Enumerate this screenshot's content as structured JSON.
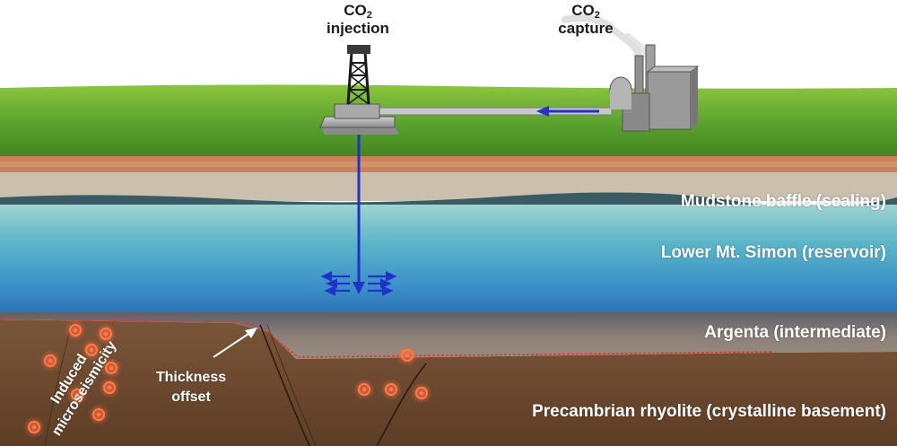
{
  "top_labels": {
    "injection": {
      "line1": "CO",
      "sub": "2",
      "line2": "injection"
    },
    "capture": {
      "line1": "CO",
      "sub": "2",
      "line2": "capture"
    }
  },
  "layers": {
    "mudstone": "Mudstone baffle (sealing)",
    "reservoir": "Lower Mt. Simon (reservoir)",
    "argenta": "Argenta (intermediate)",
    "basement": "Precambrian rhyolite (crystalline basement)"
  },
  "annotations": {
    "thickness_line1": "Thickness",
    "thickness_line2": "offset",
    "seismicity_line1": "Induced",
    "seismicity_line2": "microseismicity"
  },
  "colors": {
    "grass": "#4f9a28",
    "reservoir_blue": "#3a8fc9",
    "flow_arrow": "#1f33c8",
    "fault_line": "#e03a2a",
    "basement_brown": "#6e4a30"
  }
}
